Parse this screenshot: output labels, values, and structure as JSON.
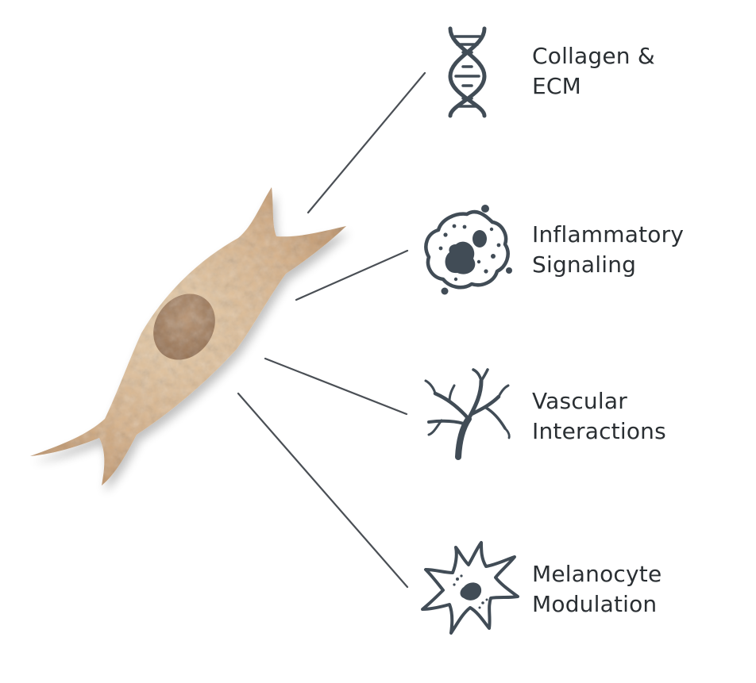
{
  "colors": {
    "background": "#ffffff",
    "text": "#2a2f33",
    "icon": "#414c56",
    "connector": "#4a4f55",
    "cell_body": "#d8b68e",
    "cell_shadow": "#b48a60",
    "nucleus": "#a07b5b"
  },
  "cell": {
    "icon": "fibroblast-cell-illustration"
  },
  "items": [
    {
      "icon": "dna-helix-icon",
      "line1": "Collagen &",
      "line2": "ECM"
    },
    {
      "icon": "immune-cell-icon",
      "line1": "Inflammatory",
      "line2": "Signaling"
    },
    {
      "icon": "blood-vessel-branch-icon",
      "line1": "Vascular",
      "line2": "Interactions"
    },
    {
      "icon": "melanocyte-icon",
      "line1": "Melanocyte",
      "line2": "Modulation"
    }
  ]
}
